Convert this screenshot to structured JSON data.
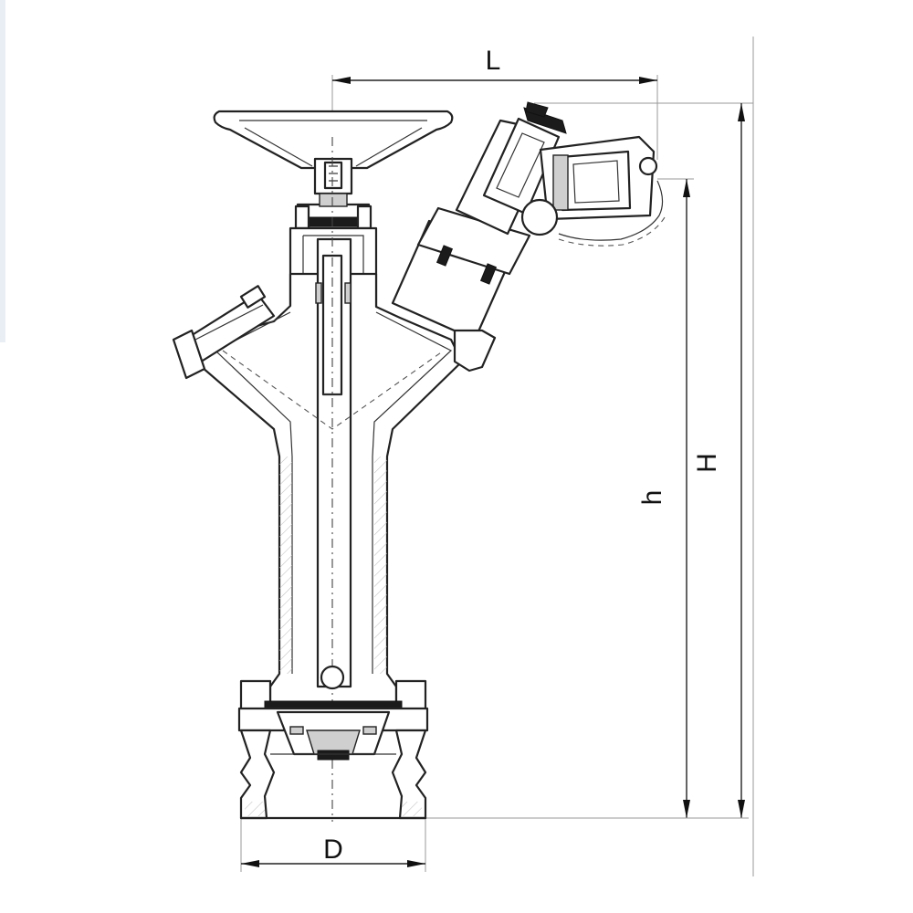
{
  "drawing": {
    "subject": "hydrant-valve-assembly",
    "dimensions": {
      "L": "L",
      "H": "H",
      "h": "h",
      "D": "D"
    }
  }
}
